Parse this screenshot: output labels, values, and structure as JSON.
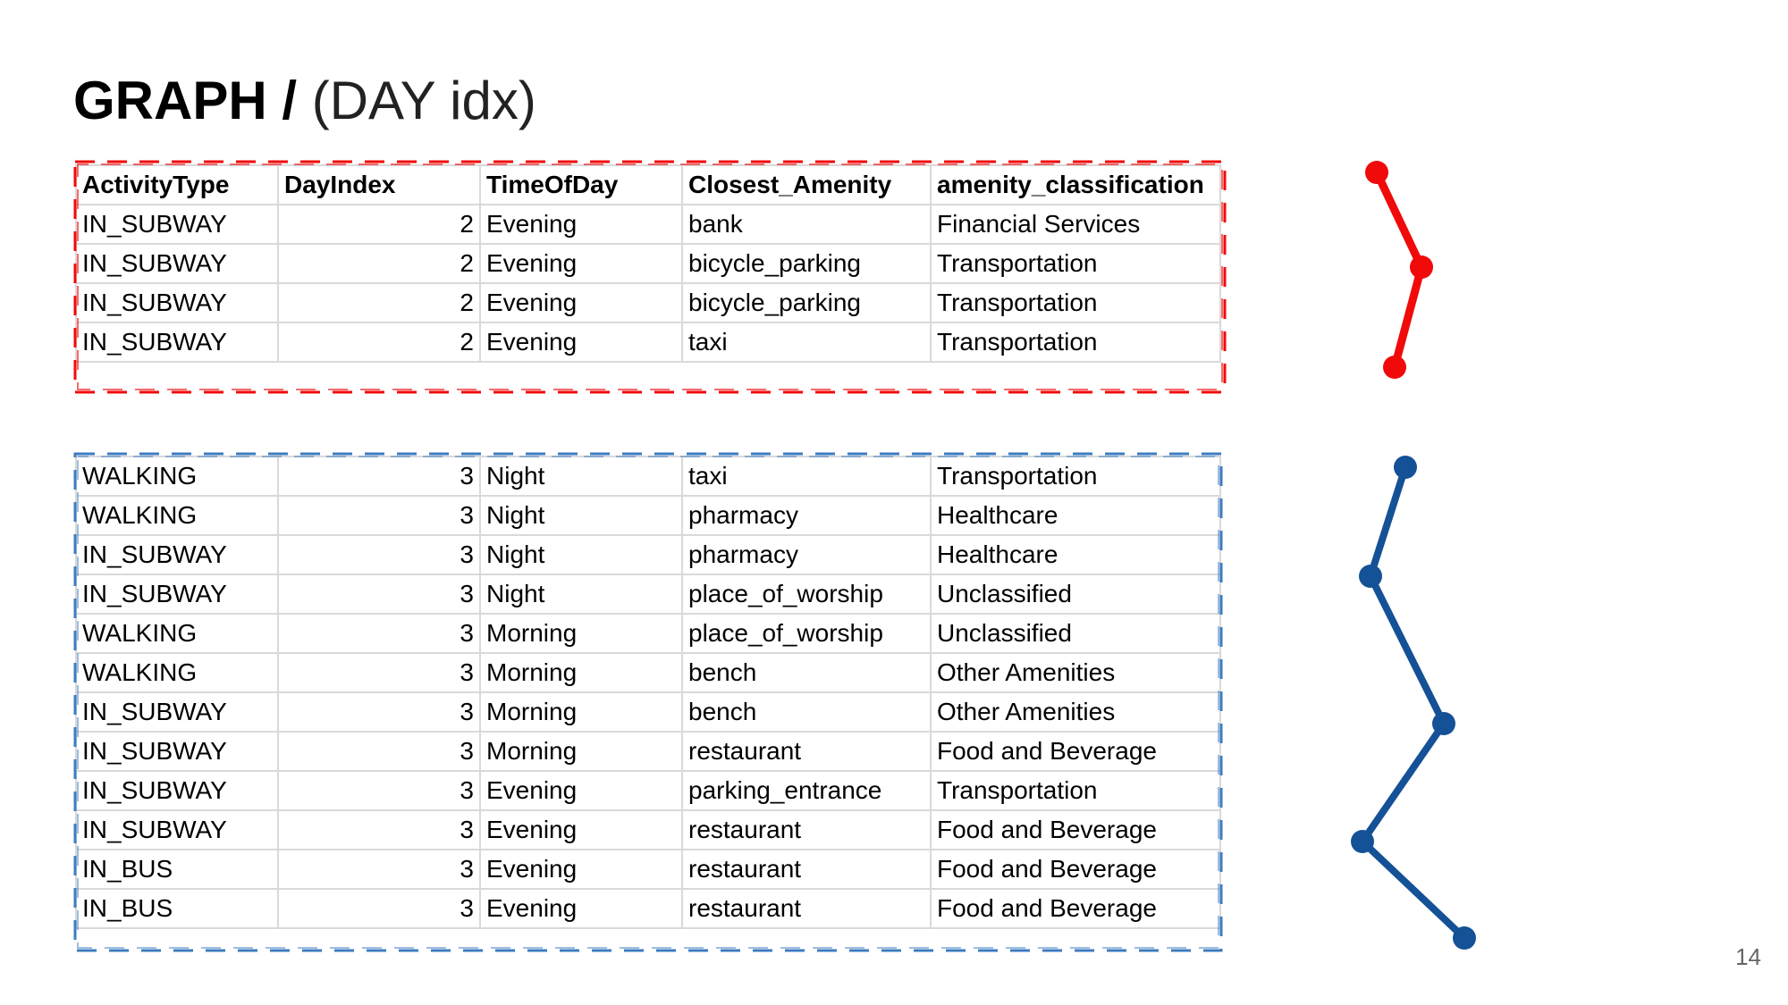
{
  "title": {
    "bold": "GRAPH /",
    "light": "(DAY idx)"
  },
  "page_number": "14",
  "colors": {
    "red": "#f00a0a",
    "blue": "#145196",
    "grid": "#d9d9d9"
  },
  "columns": [
    "ActivityType",
    "DayIndex",
    "TimeOfDay",
    "Closest_Amenity",
    "amenity_classification"
  ],
  "red_rows": [
    [
      "IN_SUBWAY",
      "2",
      "Evening",
      "bank",
      "Financial Services"
    ],
    [
      "IN_SUBWAY",
      "2",
      "Evening",
      "bicycle_parking",
      "Transportation"
    ],
    [
      "IN_SUBWAY",
      "2",
      "Evening",
      "bicycle_parking",
      "Transportation"
    ],
    [
      "IN_SUBWAY",
      "2",
      "Evening",
      "taxi",
      "Transportation"
    ]
  ],
  "blue_rows": [
    [
      "WALKING",
      "3",
      "Night",
      "taxi",
      "Transportation"
    ],
    [
      "WALKING",
      "3",
      "Night",
      "pharmacy",
      "Healthcare"
    ],
    [
      "IN_SUBWAY",
      "3",
      "Night",
      "pharmacy",
      "Healthcare"
    ],
    [
      "IN_SUBWAY",
      "3",
      "Night",
      "place_of_worship",
      "Unclassified"
    ],
    [
      "WALKING",
      "3",
      "Morning",
      "place_of_worship",
      "Unclassified"
    ],
    [
      "WALKING",
      "3",
      "Morning",
      "bench",
      "Other Amenities"
    ],
    [
      "IN_SUBWAY",
      "3",
      "Morning",
      "bench",
      "Other Amenities"
    ],
    [
      "IN_SUBWAY",
      "3",
      "Morning",
      "restaurant",
      "Food and Beverage"
    ],
    [
      "IN_SUBWAY",
      "3",
      "Evening",
      "parking_entrance",
      "Transportation"
    ],
    [
      "IN_SUBWAY",
      "3",
      "Evening",
      "restaurant",
      "Food and Beverage"
    ],
    [
      "IN_BUS",
      "3",
      "Evening",
      "restaurant",
      "Food and Beverage"
    ],
    [
      "IN_BUS",
      "3",
      "Evening",
      "restaurant",
      "Food and Beverage"
    ]
  ]
}
